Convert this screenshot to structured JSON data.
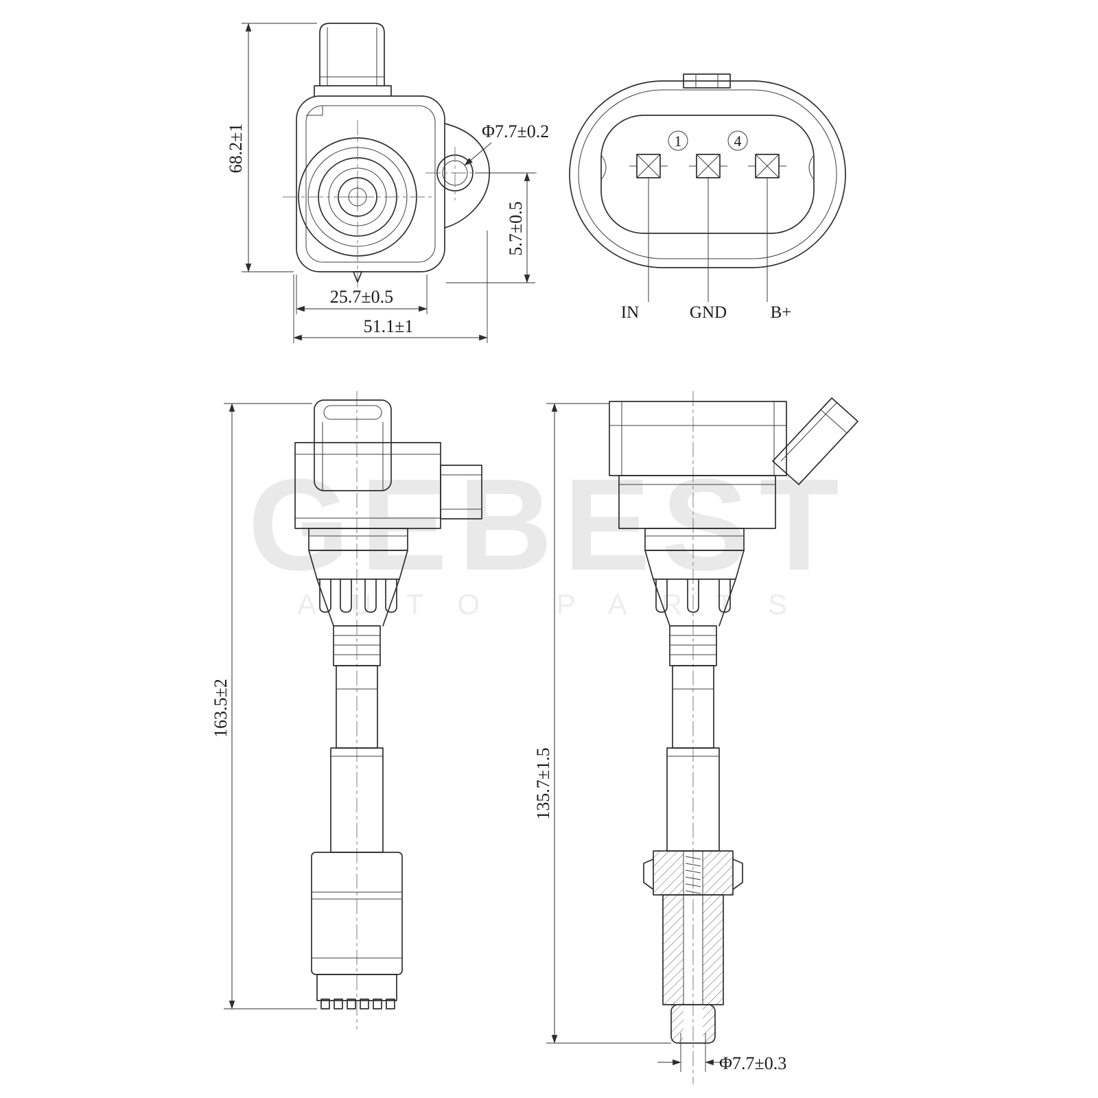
{
  "drawing": {
    "watermark": {
      "title": "GEBEST",
      "subtitle": "AUTO PARTS"
    },
    "top_view": {
      "dim_height": "68.2±1",
      "dim_width_inner": "25.7±0.5",
      "dim_width_outer": "51.1±1",
      "dim_hole": "Φ7.7±0.2",
      "dim_offset": "5.7±0.5"
    },
    "connector_view": {
      "marker_1": "1",
      "marker_4": "4",
      "pin1": "IN",
      "pin2": "GND",
      "pin3": "B+"
    },
    "front_view": {
      "dim_length": "163.5±2"
    },
    "section_view": {
      "dim_length": "135.7±1.5",
      "dim_tip": "Φ7.7±0.3"
    }
  }
}
